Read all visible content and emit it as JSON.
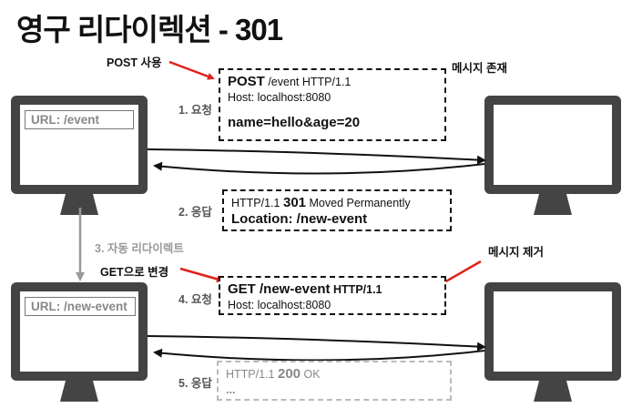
{
  "title": "영구 리다이렉션 - 301",
  "client_top": {
    "url": "URL: /event"
  },
  "client_bottom": {
    "url": "URL: /new-event"
  },
  "annotations": {
    "post_use": "POST 사용",
    "message_exists": "메시지 존재",
    "auto_redirect": "3. 자동 리다이렉트",
    "get_change": "GET으로 변경",
    "message_removed": "메시지 제거"
  },
  "steps": {
    "request1": "1. 요청",
    "response2": "2. 응답",
    "request4": "4. 요청",
    "response5": "5. 응답"
  },
  "request1": {
    "method": "POST",
    "path_proto": "/event HTTP/1.1",
    "host": "Host: localhost:8080",
    "body": "name=hello&age=20"
  },
  "response2": {
    "proto": "HTTP/1.1",
    "code": "301",
    "reason": "Moved Permanently",
    "location": "Location: /new-event"
  },
  "request4": {
    "method_path": "GET /new-event",
    "proto": "HTTP/1.1",
    "host": "Host: localhost:8080"
  },
  "response5": {
    "proto": "HTTP/1.1",
    "code": "200",
    "reason": "OK",
    "ellipsis": "..."
  }
}
